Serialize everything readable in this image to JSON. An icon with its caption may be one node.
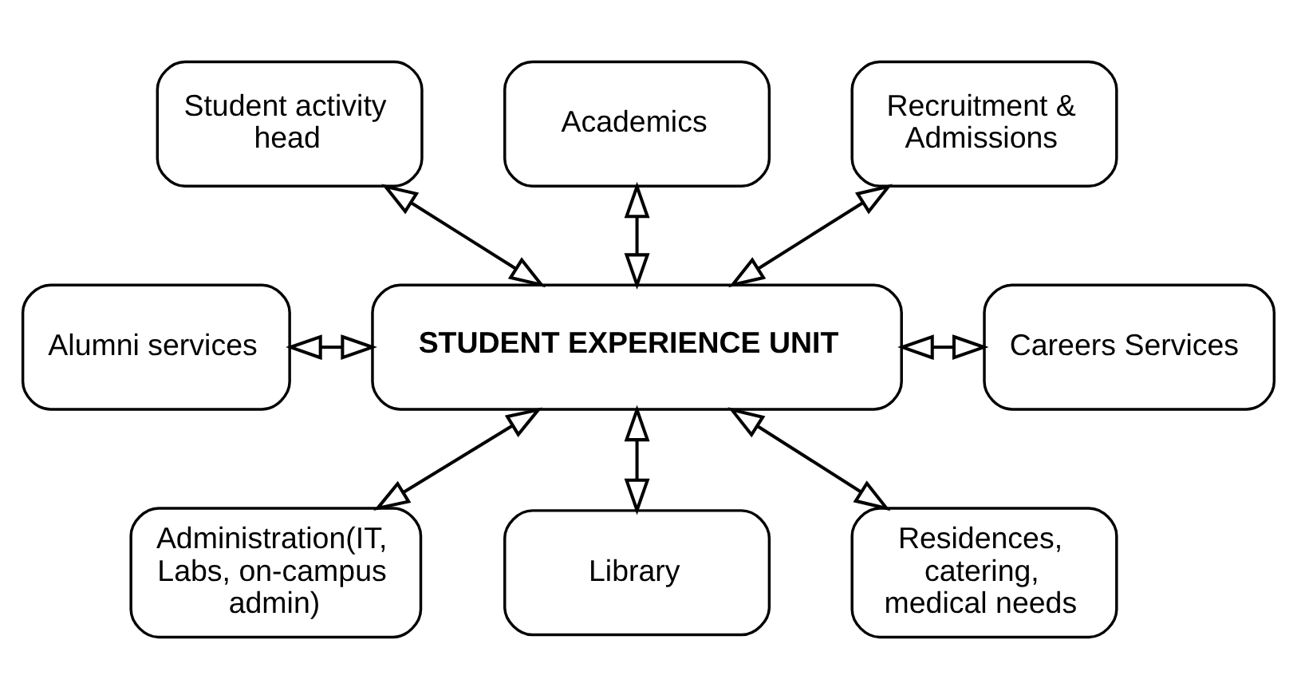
{
  "diagram": {
    "nodes": [
      {
        "text": [
          "Student activity head"
        ]
      },
      {
        "text": [
          "Academics"
        ]
      },
      {
        "text": [
          "Recruitment & Admissions"
        ]
      },
      {
        "text": [
          "Alumni services"
        ]
      },
      {
        "text": [
          "STUDENT EXPERIENCE UNIT"
        ]
      },
      {
        "text": [
          "Careers Services"
        ]
      },
      {
        "text": [
          "Administration(IT, Labs, on-campus admin)"
        ]
      },
      {
        "text": [
          "Library"
        ]
      },
      {
        "text": [
          "Residences, catering, medical needs"
        ]
      }
    ],
    "edges": [
      {
        "from": 0,
        "to": 4,
        "arrow": "both"
      },
      {
        "from": 1,
        "to": 4,
        "arrow": "both"
      },
      {
        "from": 2,
        "to": 4,
        "arrow": "both"
      },
      {
        "from": 3,
        "to": 4,
        "arrow": "both"
      },
      {
        "from": 4,
        "to": 5,
        "arrow": "both"
      },
      {
        "from": 4,
        "to": 6,
        "arrow": "both"
      },
      {
        "from": 4,
        "to": 7,
        "arrow": "both"
      },
      {
        "from": 4,
        "to": 8,
        "arrow": "both"
      }
    ]
  }
}
